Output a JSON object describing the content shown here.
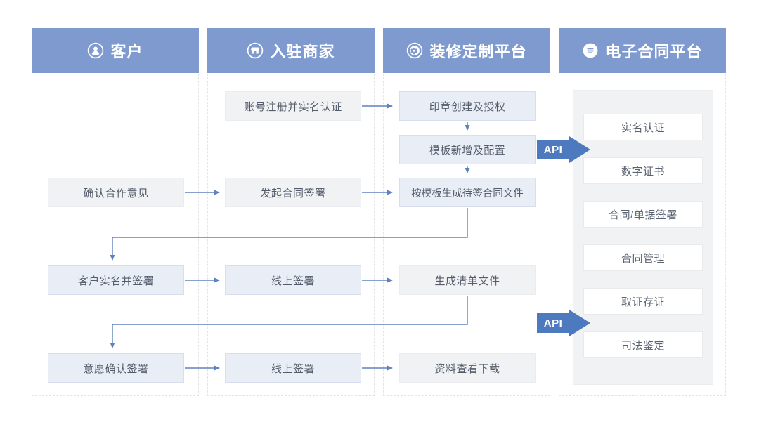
{
  "colors": {
    "header-blue": "#7E9ACF",
    "api-blue": "#4D7ABF",
    "arrow-blue": "#5E82BC",
    "box-blue": "#E9EDF6",
    "box-gray": "#F1F2F4",
    "box-text": "#545C6B",
    "panel-gray": "#F1F2F4",
    "lane-border": "#E3E4E8"
  },
  "lanes": [
    {
      "id": "customer",
      "title": "客户"
    },
    {
      "id": "merchant",
      "title": "入驻商家"
    },
    {
      "id": "decoration-platform",
      "title": "装修定制平台"
    },
    {
      "id": "econtract-platform",
      "title": "电子合同平台"
    }
  ],
  "nodes": {
    "account_register": "账号注册并实名认证",
    "seal_create": "印章创建及授权",
    "template_config": "模板新增及配置",
    "confirm_cooperation": "确认合作意见",
    "initiate_sign": "发起合同签署",
    "generate_contract": "按模板生成待签合同文件",
    "customer_sign": "客户实名并签署",
    "online_sign_1": "线上签署",
    "generate_list": "生成清单文件",
    "intent_sign": "意愿确认签署",
    "online_sign_2": "线上签署",
    "view_download": "资料查看下载"
  },
  "api_tags": {
    "first": "API",
    "second": "API"
  },
  "econtract_services": [
    "实名认证",
    "数字证书",
    "合同/单据签署",
    "合同管理",
    "取证存证",
    "司法鉴定"
  ]
}
